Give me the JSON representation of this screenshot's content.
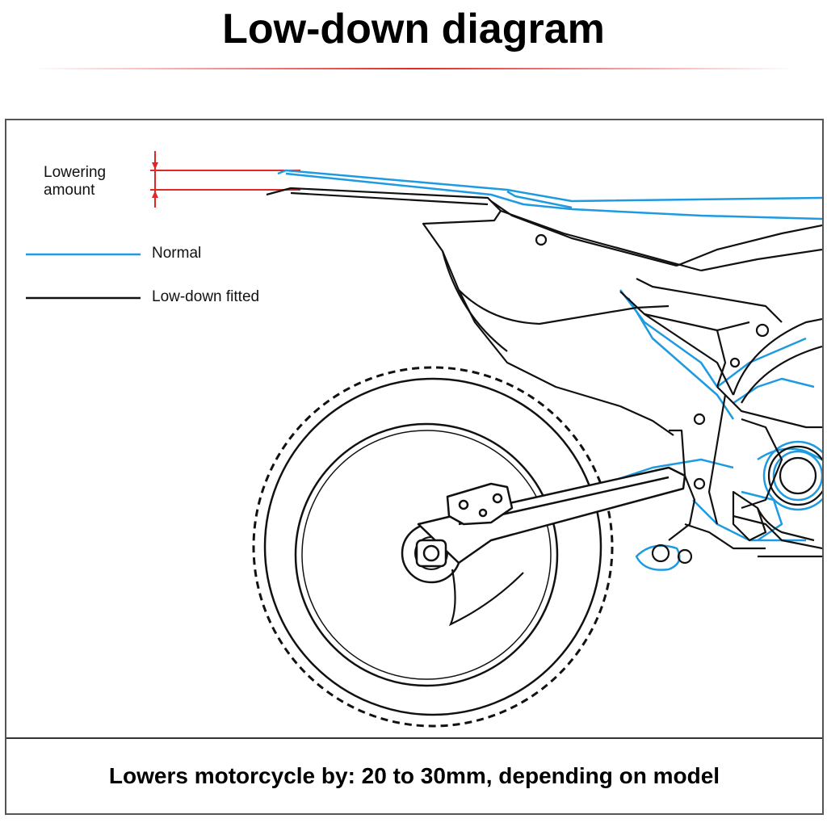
{
  "title": "Low-down diagram",
  "labels": {
    "lowering_line1": "Lowering",
    "lowering_line2": "amount"
  },
  "legend": {
    "items": [
      {
        "name": "Normal",
        "color": "#1e9be0"
      },
      {
        "name": "Low-down fitted",
        "color": "#111111"
      }
    ]
  },
  "footer": "Lowers motorcycle by: 20 to 30mm, depending on model",
  "colors": {
    "accent_red": "#e02828",
    "normal_blue": "#1e9be0",
    "lowered_black": "#111111",
    "frame_border": "#555555"
  }
}
